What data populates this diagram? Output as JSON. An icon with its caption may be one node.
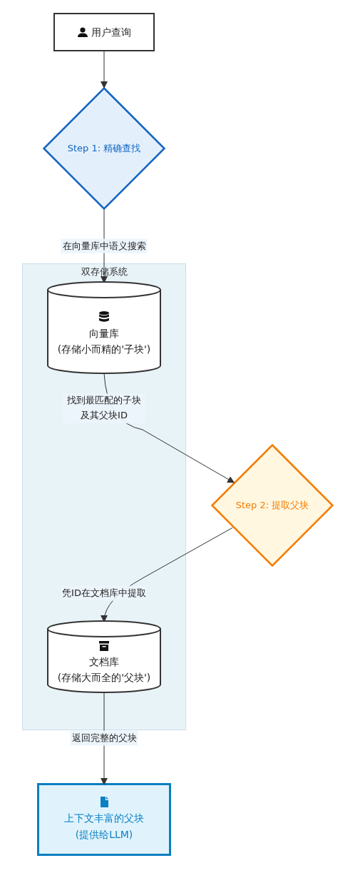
{
  "diagram": {
    "nodes": [
      {
        "text": [
          "用户查询"
        ]
      },
      {
        "text": [
          "Step 1: 精确查找"
        ]
      },
      {
        "text": [
          "双存储系统"
        ]
      },
      {
        "text": [
          "向量库",
          "(存储小而精的'子块')"
        ],
        "in": 2
      },
      {
        "text": [
          "Step 2: 提取父块"
        ]
      },
      {
        "text": [
          "文档库",
          "(存储大而全的'父块')"
        ],
        "in": 2
      },
      {
        "text": [
          "上下文丰富的父块",
          "(提供给LLM)"
        ]
      }
    ],
    "edges": [
      {
        "from": 0,
        "to": 1,
        "arrow": "to"
      },
      {
        "from": 1,
        "to": 3,
        "arrow": "to",
        "label": "在向量库中语义搜索"
      },
      {
        "from": 3,
        "to": 4,
        "arrow": "to",
        "label": "找到最匹配的子块及其父块ID"
      },
      {
        "from": 4,
        "to": 5,
        "arrow": "to",
        "label": "凭ID在文档库中提取"
      },
      {
        "from": 5,
        "to": 6,
        "arrow": "to",
        "label": "返回完整的父块"
      }
    ]
  }
}
